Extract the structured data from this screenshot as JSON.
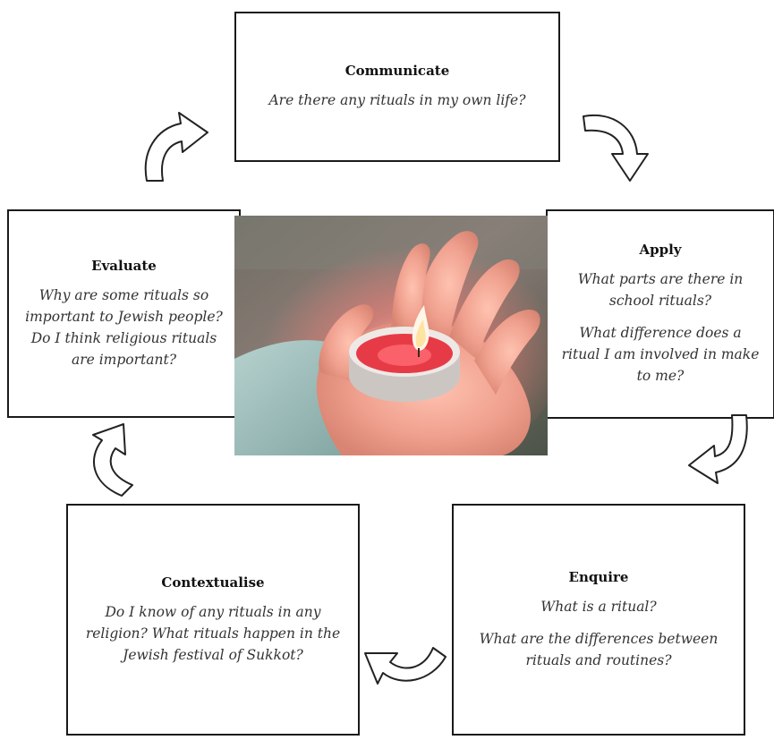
{
  "boxes": {
    "communicate": {
      "title": "Communicate",
      "lines": [
        "Are there any rituals in my own life?"
      ]
    },
    "apply": {
      "title": "Apply",
      "lines": [
        "What parts are there in school rituals?",
        "What difference does a ritual I am involved in make to me?"
      ]
    },
    "evaluate": {
      "title": "Evaluate",
      "lines": [
        "Why are some rituals so important to Jewish people? Do I think religious rituals are important?"
      ]
    },
    "enquire": {
      "title": "Enquire",
      "lines": [
        "What is a ritual?",
        "What are the differences between rituals and routines?"
      ]
    },
    "contextualise": {
      "title": "Contextualise",
      "lines": [
        "Do I know of any rituals in any religion? What rituals happen in the Jewish festival of Sukkot?"
      ]
    }
  },
  "image": {
    "subject": "hand-holding-lit-tea-light-candle"
  },
  "arrows": [
    "curved-arrow-icon",
    "curved-arrow-icon",
    "curved-arrow-icon",
    "curved-arrow-icon",
    "curved-arrow-icon"
  ]
}
